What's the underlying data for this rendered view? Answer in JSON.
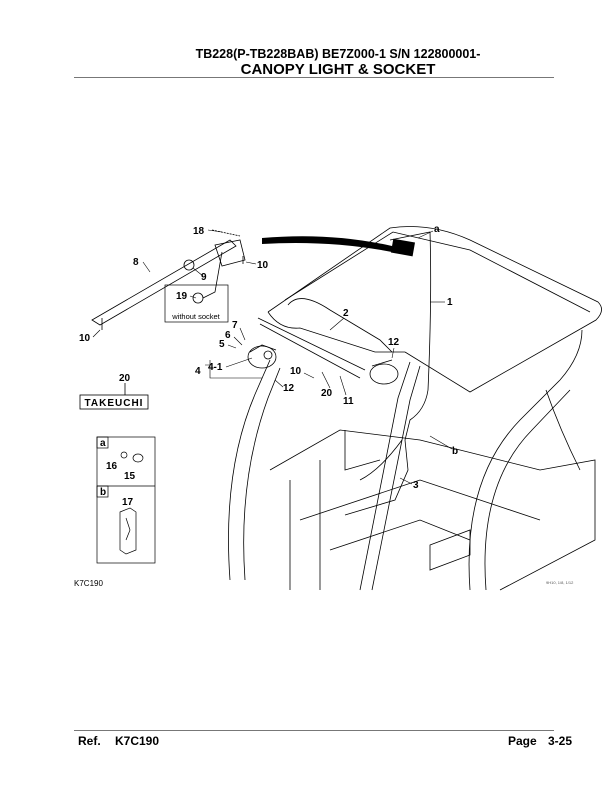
{
  "header": {
    "model_line": "TB228(P-TB228BAB) BE7Z000-1  S/N 122800001-",
    "title": "CANOPY LIGHT & SOCKET"
  },
  "figure": {
    "figure_code": "K7C190",
    "drawing_code": "9H10, 1/8, 1/12",
    "callouts": [
      "18",
      "8",
      "10",
      "9",
      "19",
      "10",
      "7",
      "6",
      "5",
      "4-1",
      "4",
      "12",
      "10",
      "20",
      "11",
      "12",
      "2",
      "1",
      "a",
      "b",
      "3",
      "20"
    ],
    "note_without_socket": "without socket",
    "logo_text": "TAKEUCHI",
    "detail_a": {
      "label": "a",
      "callouts": [
        "16",
        "15"
      ]
    },
    "detail_b": {
      "label": "b",
      "callouts": [
        "17"
      ]
    }
  },
  "footer": {
    "ref_label": "Ref.",
    "ref_value": "K7C190",
    "page_label": "Page",
    "page_value": "3-25"
  }
}
